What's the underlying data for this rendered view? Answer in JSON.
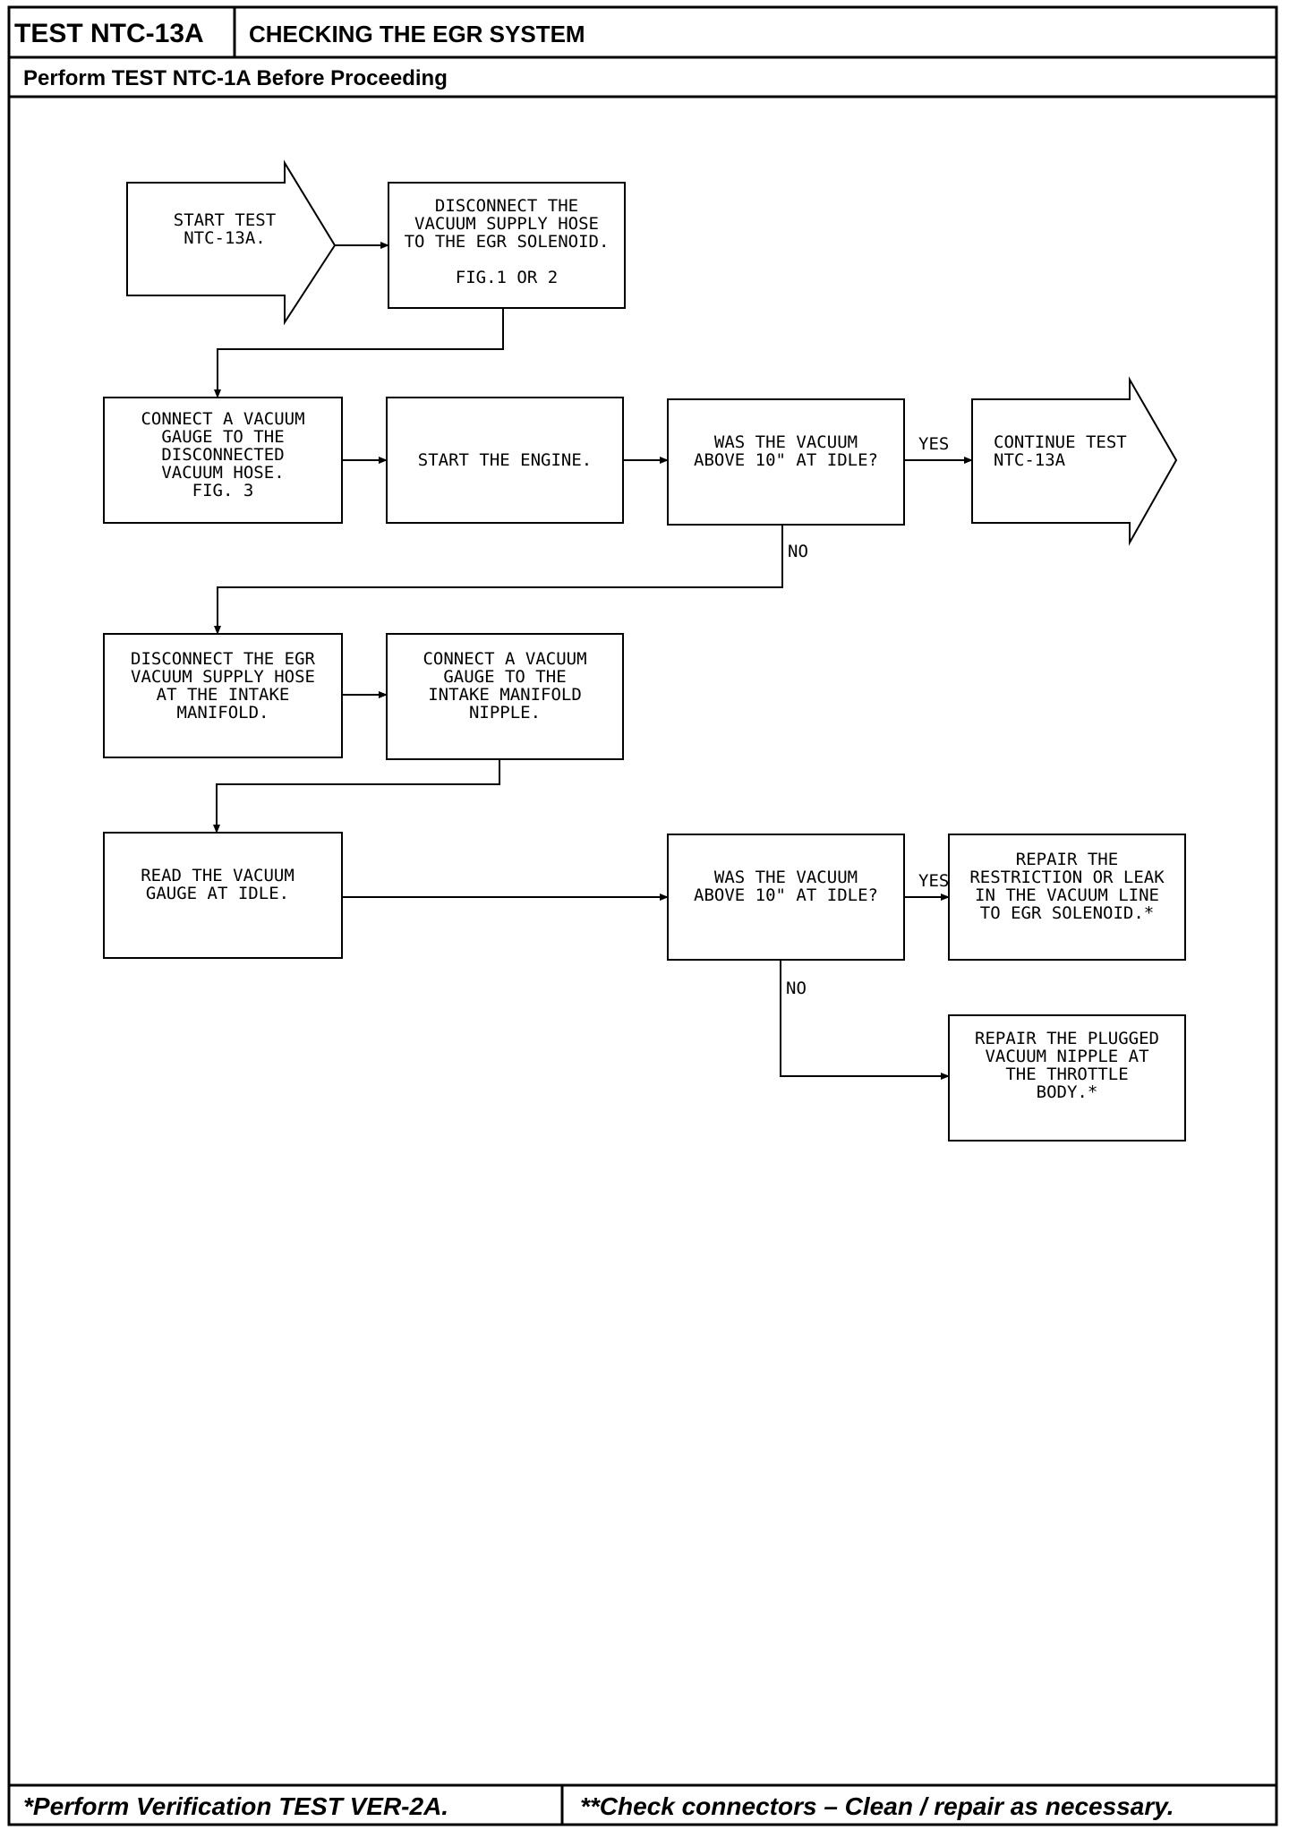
{
  "header": {
    "test_id": "TEST NTC-13A",
    "title": "CHECKING THE EGR SYSTEM",
    "prerequisite": "Perform TEST NTC-1A Before Proceeding"
  },
  "footer": {
    "left_note": "*Perform Verification TEST VER-2A.",
    "right_note": "**Check connectors – Clean / repair as necessary."
  },
  "flowchart": {
    "nodes": [
      {
        "id": "start",
        "shape": "arrow",
        "lines": [
          "START TEST",
          "NTC-13A."
        ]
      },
      {
        "id": "disconnect_supply",
        "shape": "box",
        "lines": [
          "DISCONNECT THE",
          "VACUUM SUPPLY HOSE",
          "TO THE EGR SOLENOID.",
          "",
          "FIG.1 OR 2"
        ]
      },
      {
        "id": "connect_gauge_1",
        "shape": "box",
        "lines": [
          "CONNECT A VACUUM",
          "GAUGE TO THE",
          "DISCONNECTED",
          "VACUUM HOSE.",
          "FIG. 3"
        ]
      },
      {
        "id": "start_engine",
        "shape": "box",
        "lines": [
          "START THE ENGINE."
        ]
      },
      {
        "id": "decision_1",
        "shape": "box",
        "lines": [
          "WAS THE VACUUM",
          "ABOVE 10\" AT IDLE?"
        ]
      },
      {
        "id": "continue",
        "shape": "arrow",
        "lines": [
          "CONTINUE TEST",
          "NTC-13A"
        ]
      },
      {
        "id": "disconnect_egr",
        "shape": "box",
        "lines": [
          "DISCONNECT THE EGR",
          "VACUUM SUPPLY HOSE",
          "AT THE INTAKE",
          "MANIFOLD."
        ]
      },
      {
        "id": "connect_gauge_2",
        "shape": "box",
        "lines": [
          "CONNECT A VACUUM",
          "GAUGE TO THE",
          "INTAKE MANIFOLD",
          "NIPPLE."
        ]
      },
      {
        "id": "read_gauge",
        "shape": "box",
        "lines": [
          "READ THE VACUUM",
          "GAUGE AT IDLE."
        ]
      },
      {
        "id": "decision_2",
        "shape": "box",
        "lines": [
          "WAS THE VACUUM",
          "ABOVE 10\" AT IDLE?"
        ]
      },
      {
        "id": "repair_restriction",
        "shape": "box",
        "lines": [
          "REPAIR THE",
          "RESTRICTION OR LEAK",
          "IN THE VACUUM LINE",
          "TO EGR SOLENOID.*"
        ]
      },
      {
        "id": "repair_nipple",
        "shape": "box",
        "lines": [
          "REPAIR THE PLUGGED",
          "VACUUM NIPPLE AT",
          "THE THROTTLE",
          "BODY.*"
        ]
      }
    ],
    "branch_labels": {
      "decision_1_yes": "YES",
      "decision_1_no": "NO",
      "decision_2_yes": "YES",
      "decision_2_no": "NO"
    }
  }
}
